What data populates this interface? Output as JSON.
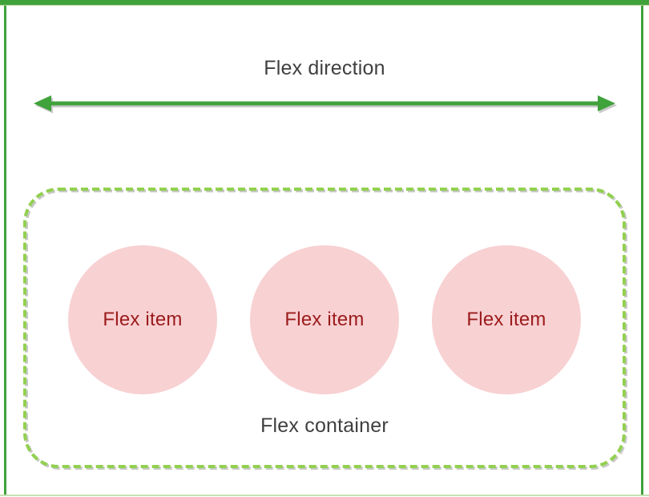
{
  "colors": {
    "frame_green": "#3fa23b",
    "frame_highlight": "#a9d18e",
    "frame_bottom_line": "#c5e0b4",
    "dash_green": "#92d050",
    "shadow_gray": "#c9c9c9",
    "circle_pink": "#f8d1d3",
    "item_text": "#9b1b1b",
    "label_text": "#3f3f3f"
  },
  "diagram": {
    "direction_label": "Flex direction",
    "container_label": "Flex container",
    "items": [
      {
        "label": "Flex item"
      },
      {
        "label": "Flex item"
      },
      {
        "label": "Flex item"
      }
    ]
  }
}
